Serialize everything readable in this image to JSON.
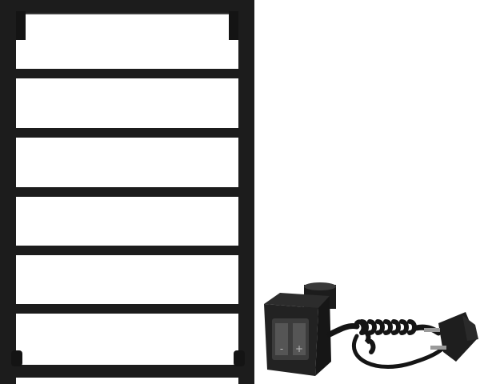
{
  "colors": {
    "background": "#ffffff",
    "rail": "#1c1c1c",
    "rail_highlight": "#3a3a3a",
    "heater_body": "#222222",
    "heater_panel": "#3c3c3c",
    "cable": "#151515",
    "plug": "#1e1e1e"
  },
  "icons": {
    "rack": "towel-rail",
    "heater": "heating-element-controller",
    "plug": "schuko-plug"
  },
  "heater": {
    "buttons": [
      "-",
      "+"
    ]
  }
}
